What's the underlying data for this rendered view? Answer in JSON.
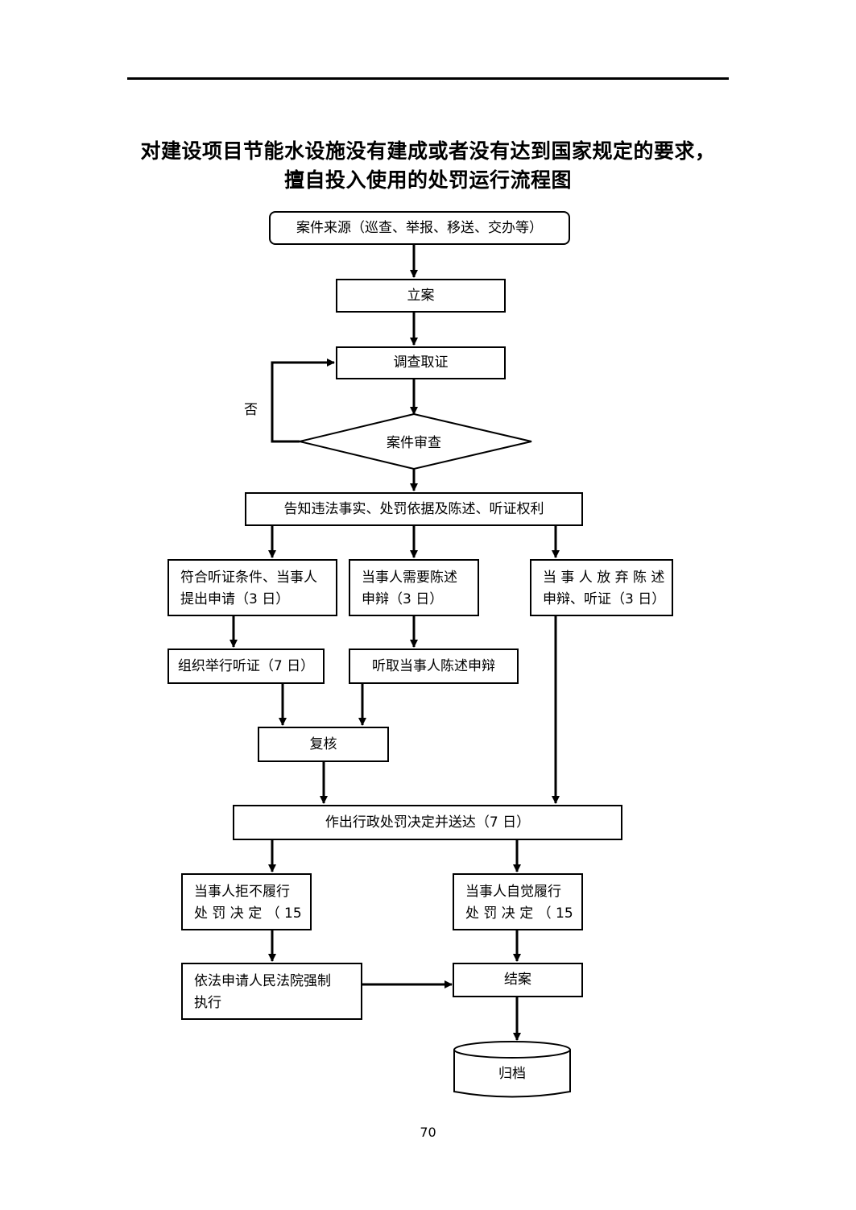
{
  "title": {
    "line1": "对建设项目节能水设施没有建成或者没有达到国家规定的要求，",
    "line2": "擅自投入使用的处罚运行流程图"
  },
  "nodes": {
    "source": "案件来源（巡查、举报、移送、交办等）",
    "filing": "立案",
    "investigation": "调查取证",
    "review": "案件审查",
    "notify": "告知违法事实、处罚依据及陈述、听证权利",
    "hearing_apply": {
      "line1": "符合听证条件、当事人",
      "line2": "提出申请（3 日）"
    },
    "statement_need": {
      "line1": "当事人需要陈述",
      "line2": "申辩（3 日）"
    },
    "waive": {
      "line1": "当 事 人 放 弃 陈 述",
      "line2": "申辩、听证（3 日）"
    },
    "hold_hearing": "组织举行听证（7 日）",
    "hear_statement": "听取当事人陈述申辩",
    "recheck": "复核",
    "decision": "作出行政处罚决定并送达（7 日）",
    "refuse": {
      "line1": "当事人拒不履行",
      "line2": "处 罚 决 定 （ 15"
    },
    "comply": {
      "line1": "当事人自觉履行",
      "line2": "处 罚 决 定 （ 15"
    },
    "court": {
      "line1": "依法申请人民法院强制",
      "line2": "执行"
    },
    "close": "结案",
    "archive": "归档"
  },
  "labels": {
    "no": "否"
  },
  "page_number": "70"
}
